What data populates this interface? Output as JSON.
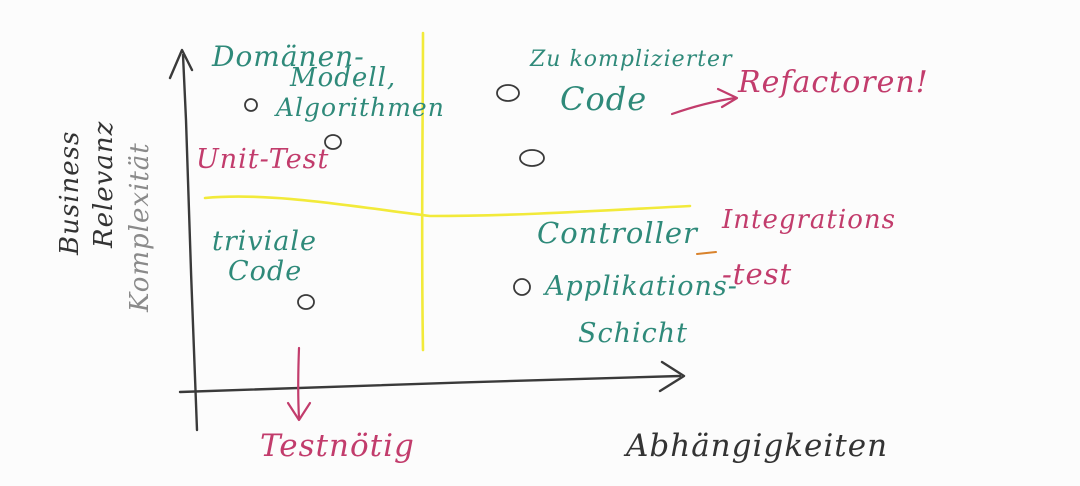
{
  "axes": {
    "y_label_lines": [
      "Business",
      "Relevanz"
    ],
    "y_label_sub": "Komplexität",
    "x_label": "Abhängigkeiten"
  },
  "quadrants": {
    "top_left_lines": [
      "Domänen-",
      "Modell,",
      "Algorithmen"
    ],
    "top_left_note": "Unit-Test",
    "top_right_lines": [
      "Zu komplizierter",
      "Code"
    ],
    "top_right_note": "Refactoren!",
    "bottom_left_lines": [
      "triviale",
      "Code"
    ],
    "bottom_left_note": "Testnötig",
    "bottom_right_lines": [
      "Controller",
      "Applikations-",
      "Schicht"
    ],
    "bottom_right_note_lines": [
      "Integrations",
      "-test"
    ]
  },
  "colors": {
    "teal": "#2f8a7a",
    "pink": "#c23c6c",
    "dark": "#333333",
    "grey": "#8a8a8a",
    "yellow": "#f2ea3a"
  }
}
